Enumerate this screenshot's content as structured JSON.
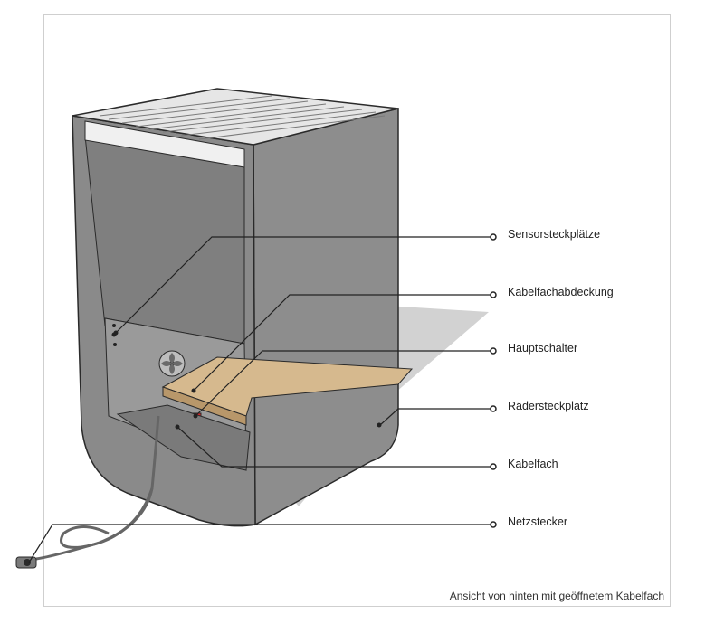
{
  "diagram": {
    "caption": "Ansicht von hinten mit geöffnetem Kabelfach",
    "callouts": [
      {
        "id": "sensor",
        "label": "Sensorsteckplätze"
      },
      {
        "id": "cover",
        "label": "Kabelfachabdeckung"
      },
      {
        "id": "switch",
        "label": "Hauptschalter"
      },
      {
        "id": "wheel",
        "label": "Rädersteckplatz"
      },
      {
        "id": "compartment",
        "label": "Kabelfach"
      },
      {
        "id": "plug",
        "label": "Netzstecker"
      }
    ],
    "colors": {
      "body": "#8a8a8a",
      "body_dark": "#6f6f6f",
      "outline": "#2a2a2a",
      "wood": "#d6b98e",
      "shadow": "#cfcfcf",
      "switch": "#d9262a"
    }
  }
}
